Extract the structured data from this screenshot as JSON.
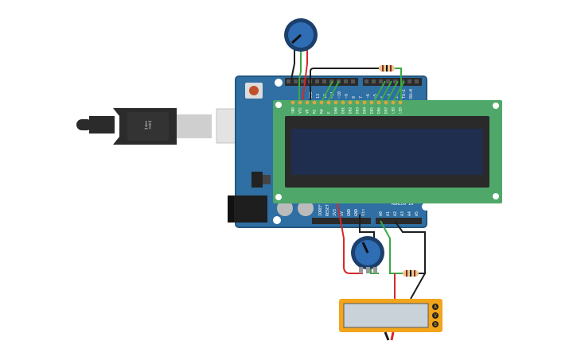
{
  "colors": {
    "board": "#2f6fa3",
    "board_dark": "#24577f",
    "header": "#2b2b2b",
    "lcd_pcb": "#4fa86a",
    "lcd_bezel": "#2a2a2a",
    "lcd_screen": "#1f2d4f",
    "pot_body": "#2f6db5",
    "pot_ring": "#1c3f6b",
    "wire_red": "#d62828",
    "wire_black": "#1e1e1e",
    "wire_green": "#3aa845",
    "meter_case": "#f2a41b",
    "meter_display": "#c9d2d8",
    "usb": "#2b2b2b",
    "usb_metal": "#d8d8d8"
  },
  "usb": {
    "icon": "usb-icon"
  },
  "lcd_pins": [
    "GND",
    "VCC",
    "V0",
    "RS",
    "RW",
    "E",
    "DB0",
    "DB1",
    "DB2",
    "DB3",
    "DB4",
    "DB5",
    "DB6",
    "DB7",
    "LED",
    "LED"
  ],
  "arduino": {
    "digital_header": [
      "~10",
      "~9",
      "8",
      "7",
      "~6",
      "~5",
      "4",
      "~3",
      "2",
      "TX→1",
      "RX←0"
    ],
    "top_left_labels": [
      "GND",
      "13",
      "12",
      "~11"
    ],
    "power_labels": [
      "IOREF",
      "RESET",
      "3V3",
      "5V",
      "GND",
      "GND",
      "Vin"
    ],
    "analog_labels": [
      "A0",
      "A1",
      "A2",
      "A3",
      "A4",
      "A5"
    ],
    "analog_header_title": "ANALOG IN"
  },
  "meter": {
    "terminals": [
      "A",
      "V",
      "B"
    ]
  }
}
